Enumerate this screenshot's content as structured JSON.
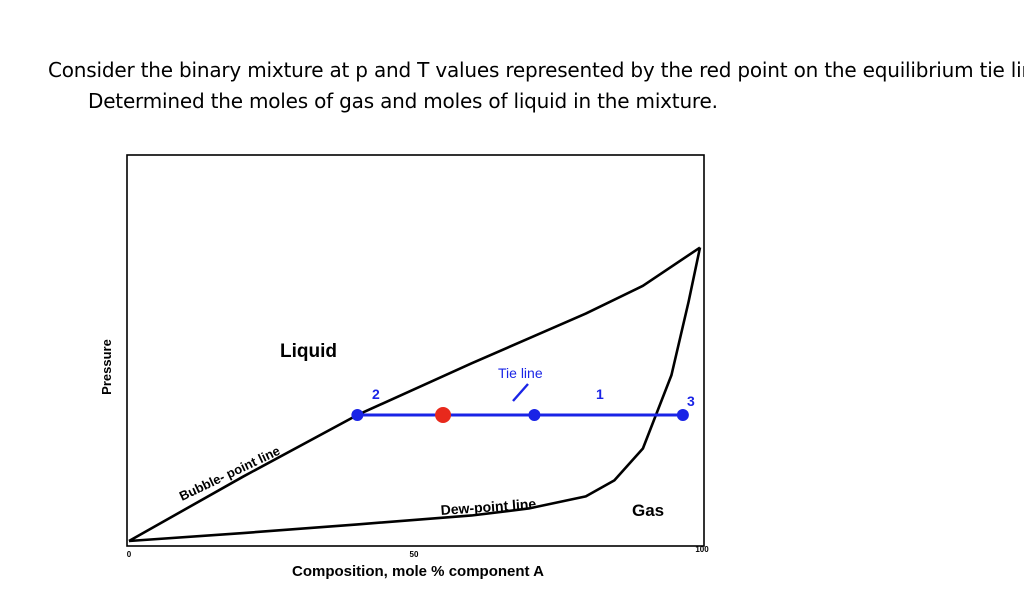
{
  "question": {
    "line1": "Consider the binary mixture at p and T values represented by the red point on the equilibrium tie line.",
    "line2": "Determined the moles of gas and moles of liquid in the mixture."
  },
  "chart_data": {
    "type": "line",
    "title": "",
    "xlabel": "Composition, mole % component A",
    "ylabel": "Pressure",
    "xlim": [
      0,
      100
    ],
    "ylim": [
      0,
      100
    ],
    "x_tick_labels": [
      {
        "x": 0,
        "label": "0"
      },
      {
        "x": 50,
        "label": "50"
      },
      {
        "x": 100,
        "label": "100"
      }
    ],
    "grid": false,
    "series": [
      {
        "name": "Bubble-point line",
        "color": "#000000",
        "x": [
          0,
          20,
          40,
          60,
          70,
          80,
          90,
          100
        ],
        "y": [
          0,
          20.2,
          39.5,
          55.7,
          63.5,
          71.3,
          80.0,
          92.0
        ]
      },
      {
        "name": "Dew-point line",
        "color": "#000000",
        "x": [
          0,
          20,
          40,
          60,
          70,
          80,
          85,
          90,
          95,
          98,
          100
        ],
        "y": [
          0,
          2.5,
          5.2,
          8.0,
          10.2,
          14.0,
          19.0,
          29.0,
          52.0,
          75.0,
          92.0
        ]
      }
    ],
    "tie_line": {
      "label": "Tie line",
      "color": "#1a24e6",
      "y": 39.5,
      "x_start": 40,
      "x_end": 97
    },
    "points": [
      {
        "label": "2",
        "x": 40,
        "y": 39.5,
        "color": "#1a24e6"
      },
      {
        "label": "1",
        "x": 71,
        "y": 39.5,
        "color": "#1a24e6"
      },
      {
        "label": "3",
        "x": 97,
        "y": 39.5,
        "color": "#1a24e6"
      },
      {
        "label": "",
        "x": 55,
        "y": 39.5,
        "color": "#e8291c"
      }
    ],
    "region_labels": [
      "Liquid",
      "Gas"
    ],
    "annotations": {
      "bubble": "Bubble- point line",
      "dew": "Dew-point line",
      "liquid": "Liquid",
      "gas": "Gas",
      "tie": "Tie line"
    }
  }
}
